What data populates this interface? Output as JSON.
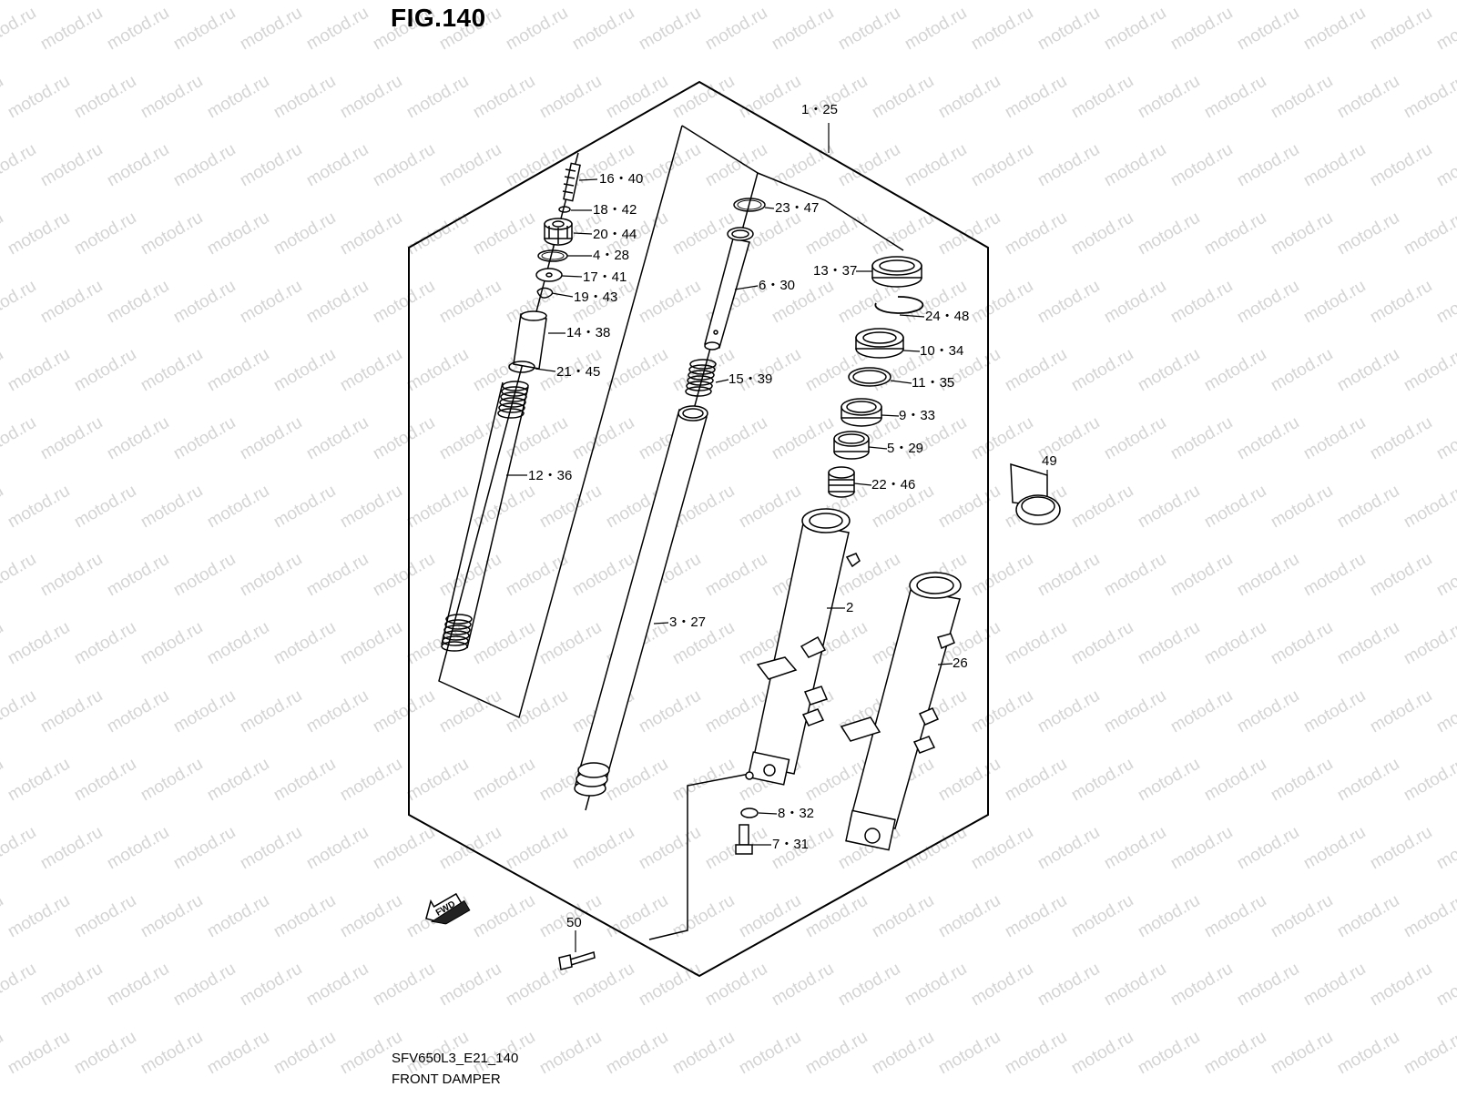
{
  "figure_title": "FIG.140",
  "watermark_text": "motod.ru",
  "caption_code": "SFV650L3_E21_140",
  "caption_name": "FRONT DAMPER",
  "fwd_label": "FWD",
  "icons": [
    "fwd-arrow-icon"
  ],
  "colors": {
    "line": "#000000",
    "watermark": "#d4d4d4",
    "background": "#ffffff"
  },
  "callouts": [
    "1・25",
    "16・40",
    "18・42",
    "20・44",
    "4・28",
    "17・41",
    "19・43",
    "14・38",
    "21・45",
    "12・36",
    "23・47",
    "6・30",
    "15・39",
    "3・27",
    "13・37",
    "24・48",
    "10・34",
    "11・35",
    "9・33",
    "5・29",
    "22・46",
    "2",
    "26",
    "49",
    "8・32",
    "7・31",
    "50"
  ]
}
